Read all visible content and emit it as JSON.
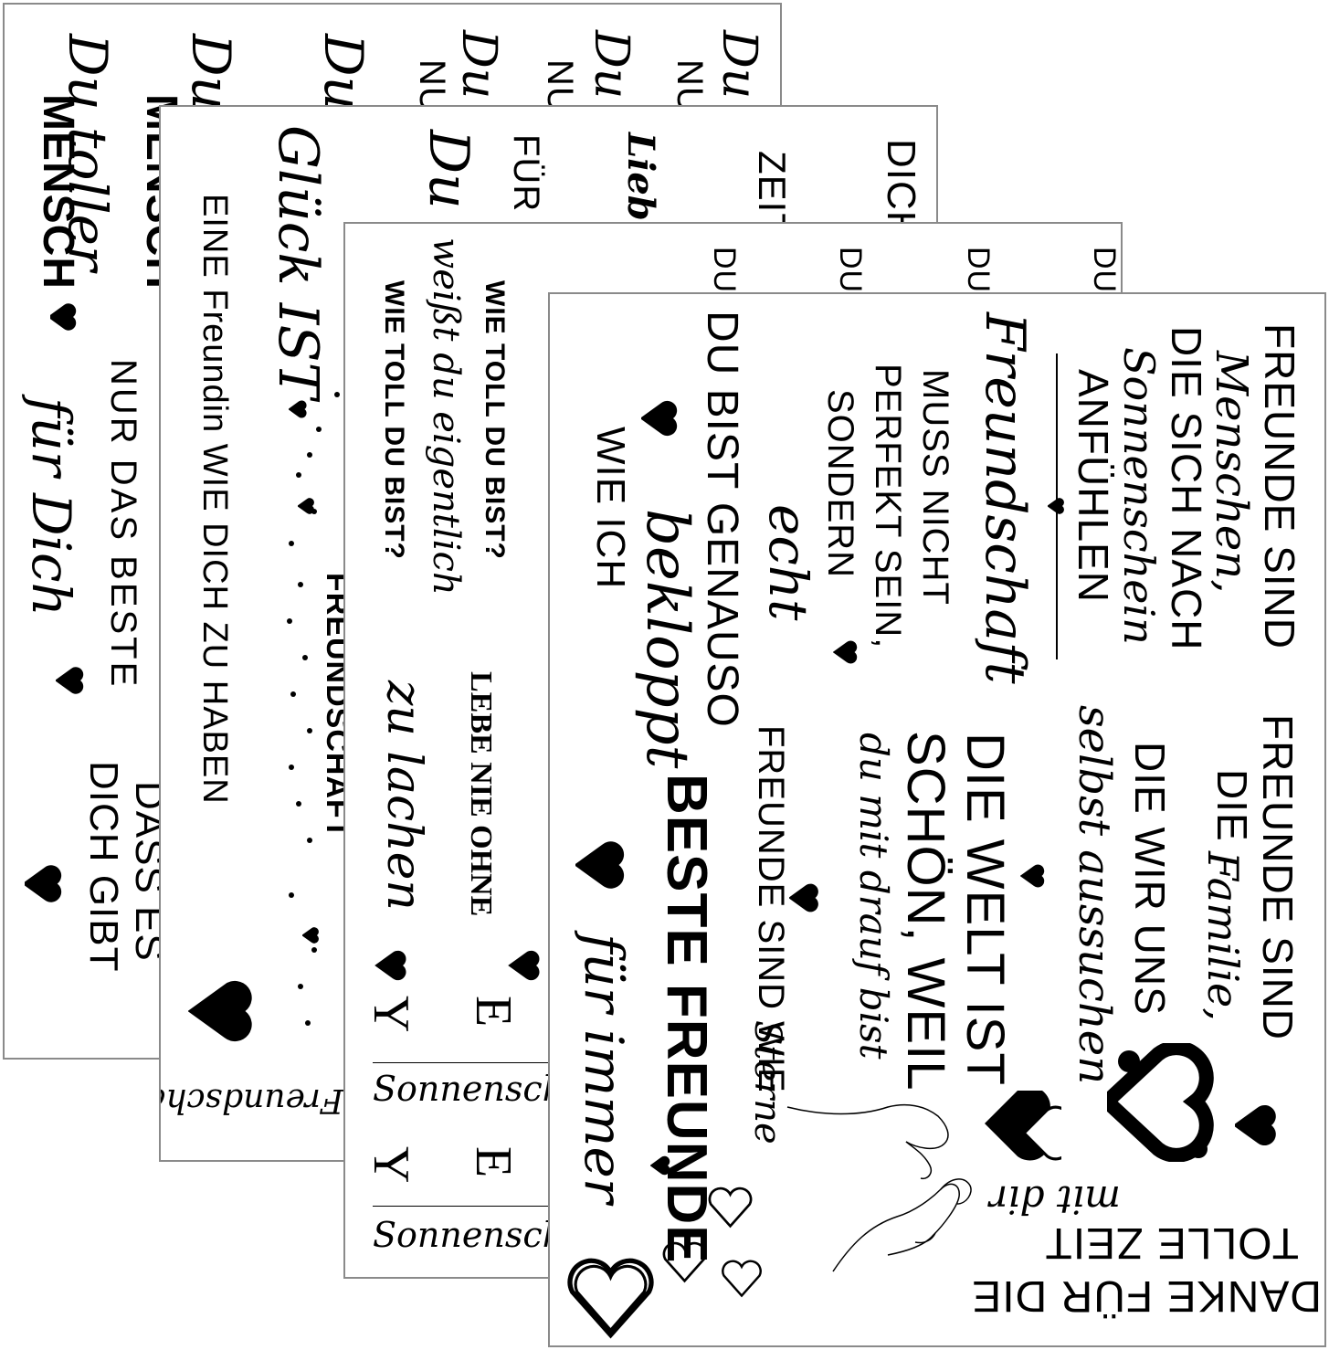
{
  "sheet1": {
    "du_toller": "Du toller",
    "mensch": "MENSCH",
    "mensch_top": "MENSCH",
    "nur_das_beste": "NUR DAS BESTE",
    "fuer_dich": "für Dich",
    "dass_es_dich_gibt_1": "DASS ES",
    "dass_es_dich_gibt_2": "DICH GIBT",
    "nur_fuer": "NUR",
    "du_partial": "Du"
  },
  "sheet2": {
    "glueck_ist": "Glück IST",
    "eine_freundin": "EINE Freundin WIE DICH ZU HABEN",
    "freundschaft": "FREUNDSCHAFT",
    "du_weisst_1": "Du",
    "du_weisst_2": "weißt du eigentlich",
    "fuer": "FÜR",
    "liebe": "Liebe",
    "zeit": "ZEIT",
    "dich": "DICH",
    "freundschaft_script": "Freundschaft"
  },
  "sheet3": {
    "wie_toll_1": "WIE TOLL DU BIST?",
    "wie_toll_2": "WIE TOLL DU BIST?",
    "weisst_du_eigentlich": "weißt du eigentlich",
    "zu_lachen": "zu lachen",
    "lebe_nie_ohne": "LEBE NIE OHNE",
    "sonnenschein_1": "Sonnensch",
    "sonnenschein_2": "Sonnensch",
    "du_1": "DU",
    "du_2": "DU",
    "letters": [
      "Y",
      "E",
      "Y",
      "E"
    ]
  },
  "sheet4": {
    "freunde_sind_menschen": "FREUNDE SIND",
    "menschen": "Menschen,",
    "die_sich_nach": "DIE SICH NACH",
    "sonnenschein": "Sonnenschein",
    "anfuehlen": "ANFÜHLEN",
    "freundschaft": "Freundschaft",
    "muss_nicht": "MUSS NICHT",
    "perfekt_sein": "PERFEKT SEIN,",
    "sondern": "SONDERN",
    "echt": "echt",
    "du_bist_genauso": "DU BIST GENAUSO",
    "bekloppt": "bekloppt",
    "wie_ich": "WIE ICH",
    "freunde_sind_die": "FREUNDE SIND",
    "die": "DIE",
    "familie": "Familie,",
    "die_wir_uns": "DIE WIR UNS",
    "selbst_aussuchen": "selbst aussuchen",
    "die_welt_ist": "DIE WELT IST",
    "schoen_weil": "SCHÖN, WEIL",
    "du_mit_drauf_bist": "du mit drauf bist",
    "freunde_wie_sterne": "FREUNDE SIND WIE",
    "sterne": "Sterne",
    "beste_freunde": "BESTE FREUNDE",
    "fuer_immer": "für immer",
    "danke_1": "DANKE FÜR DIE",
    "danke_2": "TOLLE ZEIT",
    "mit_dir": "mit dir"
  }
}
